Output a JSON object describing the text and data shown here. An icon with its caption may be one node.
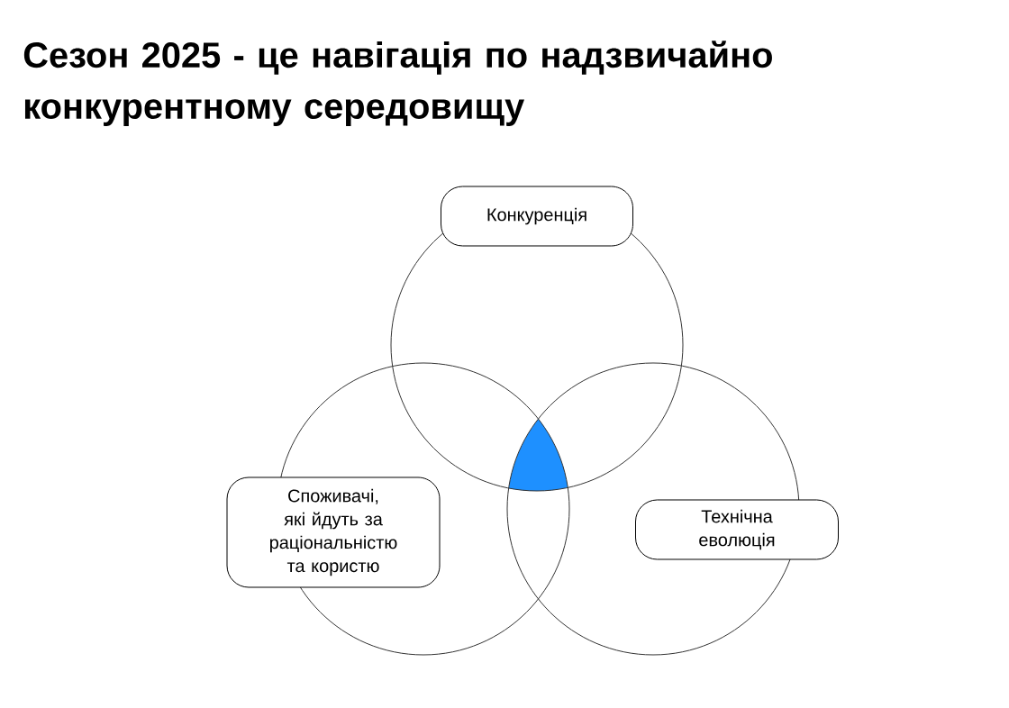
{
  "diagram": {
    "title": "Сезон 2025 - це навігація по надзвичайно конкурентному середовищу",
    "nodes": [
      {
        "text": [
          "Конкуренція"
        ]
      },
      {
        "text": [
          "Споживачі, які йдуть за раціональністю та користю"
        ]
      },
      {
        "text": [
          "Технічна еволюція"
        ]
      }
    ]
  }
}
